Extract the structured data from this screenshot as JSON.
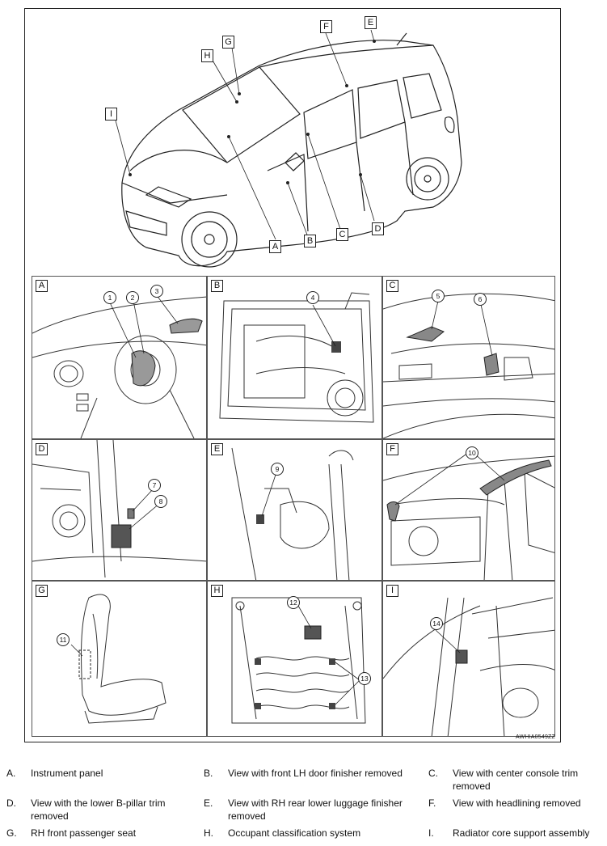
{
  "figure": {
    "code": "AWHIA0549ZZ",
    "overview_labels": [
      "A",
      "B",
      "C",
      "D",
      "E",
      "F",
      "G",
      "H",
      "I"
    ],
    "panels": [
      {
        "letter": "A",
        "callouts": [
          "1",
          "2",
          "3"
        ]
      },
      {
        "letter": "B",
        "callouts": [
          "4"
        ]
      },
      {
        "letter": "C",
        "callouts": [
          "5",
          "6"
        ]
      },
      {
        "letter": "D",
        "callouts": [
          "7",
          "8"
        ]
      },
      {
        "letter": "E",
        "callouts": [
          "9"
        ]
      },
      {
        "letter": "F",
        "callouts": [
          "10"
        ]
      },
      {
        "letter": "G",
        "callouts": [
          "11"
        ]
      },
      {
        "letter": "H",
        "callouts": [
          "12",
          "13"
        ]
      },
      {
        "letter": "I",
        "callouts": [
          "14"
        ]
      }
    ]
  },
  "legend": [
    {
      "key": "A.",
      "text": "Instrument panel"
    },
    {
      "key": "B.",
      "text": "View with front LH door finisher removed"
    },
    {
      "key": "C.",
      "text": "View with center console trim removed"
    },
    {
      "key": "D.",
      "text": "View with the lower B-pillar trim removed"
    },
    {
      "key": "E.",
      "text": "View with RH rear lower luggage finisher removed"
    },
    {
      "key": "F.",
      "text": "View with headlining removed"
    },
    {
      "key": "G.",
      "text": "RH front passenger seat"
    },
    {
      "key": "H.",
      "text": "Occupant classification system"
    },
    {
      "key": "I.",
      "text": "Radiator core support assembly"
    }
  ]
}
